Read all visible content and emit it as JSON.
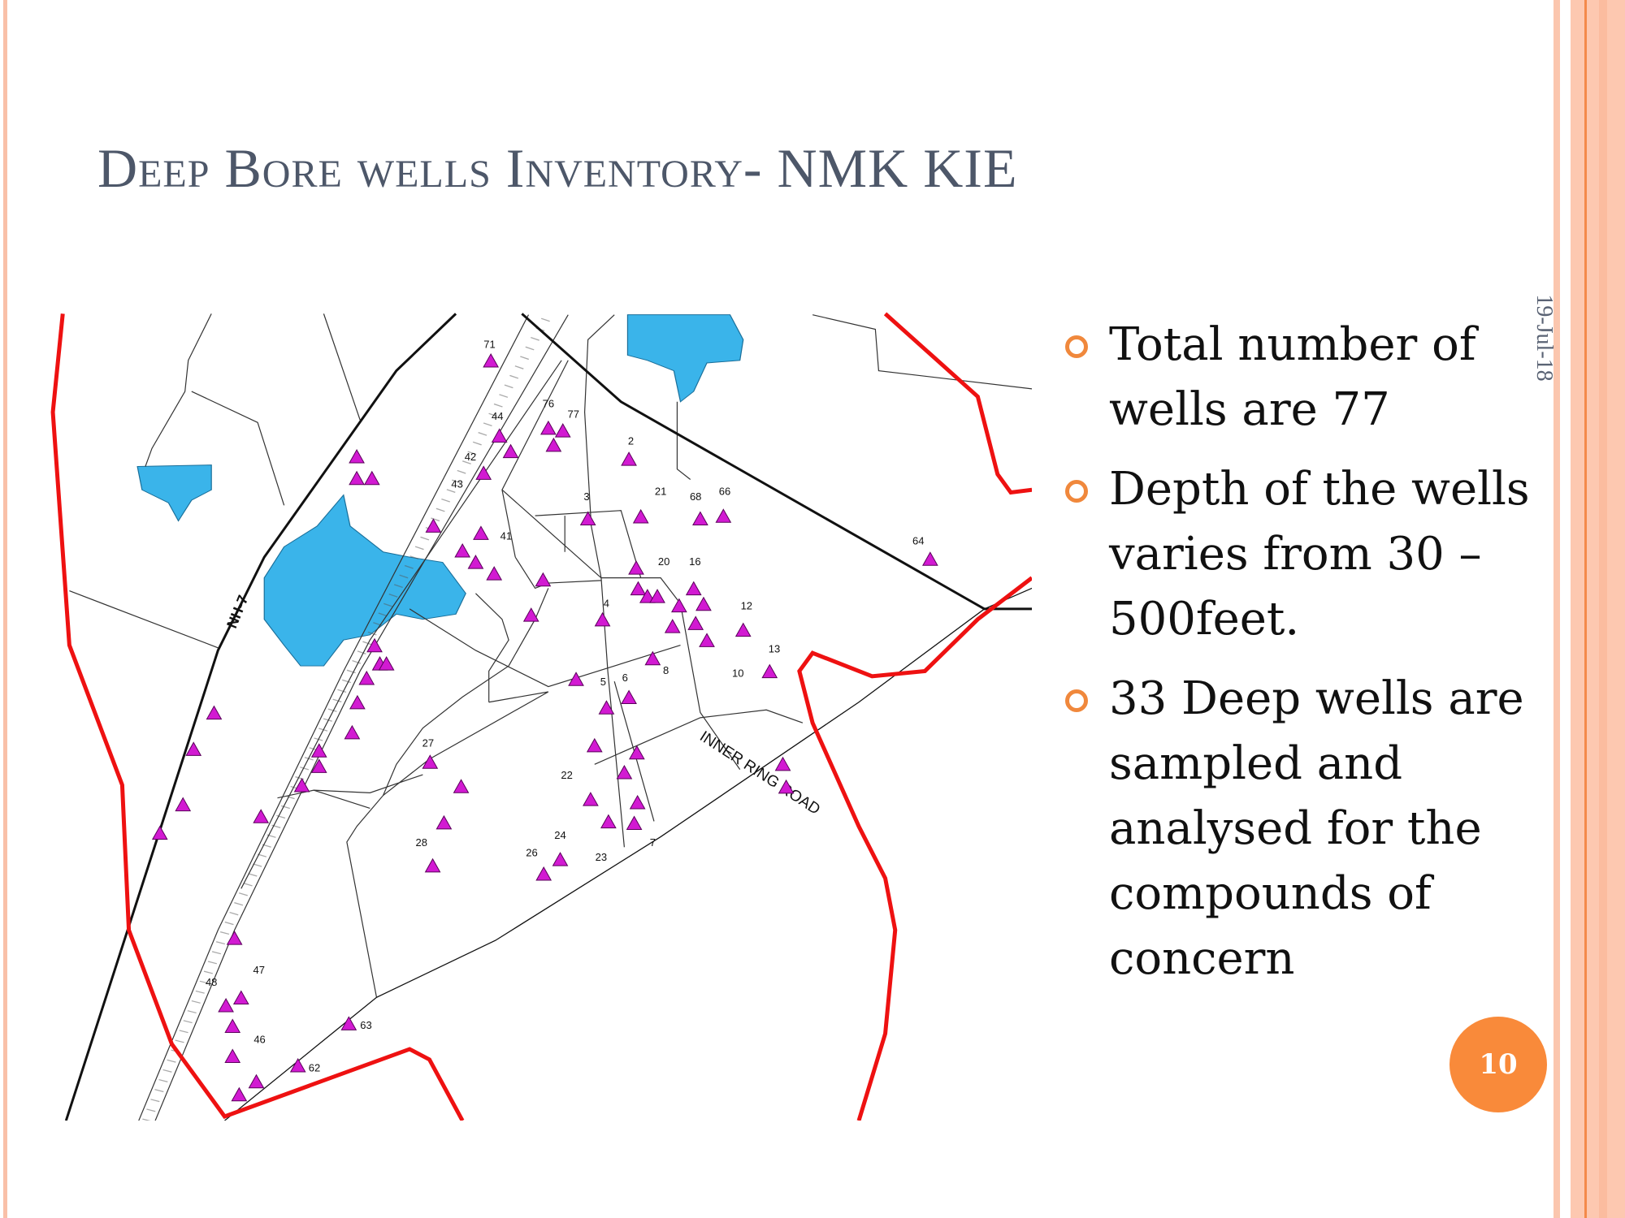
{
  "slide": {
    "title": "Deep Bore wells Inventory- NMK KIE",
    "date": "19-Jul-18",
    "page_number": "10",
    "accent_color": "#f98a3a"
  },
  "bullets": [
    {
      "text": "Total number of wells are 77"
    },
    {
      "text": "Depth of the wells varies from 30 – 500feet."
    },
    {
      "text": "33 Deep wells are sampled and analysed for the compounds of concern"
    }
  ],
  "map": {
    "road_labels": {
      "nh7": "NH-7",
      "inner_ring_road": "INNER RING ROAD"
    },
    "colors": {
      "well": "#d21ad2",
      "water": "#3ab4ea",
      "boundary": "#ee1111"
    },
    "well_labels": [
      "71",
      "44",
      "76",
      "77",
      "42",
      "43",
      "2",
      "41",
      "3",
      "21",
      "68",
      "66",
      "64",
      "20",
      "16",
      "4",
      "12",
      "13",
      "10",
      "8",
      "5",
      "6",
      "27",
      "28",
      "22",
      "24",
      "26",
      "23",
      "7",
      "47",
      "48",
      "46",
      "63",
      "62"
    ]
  }
}
